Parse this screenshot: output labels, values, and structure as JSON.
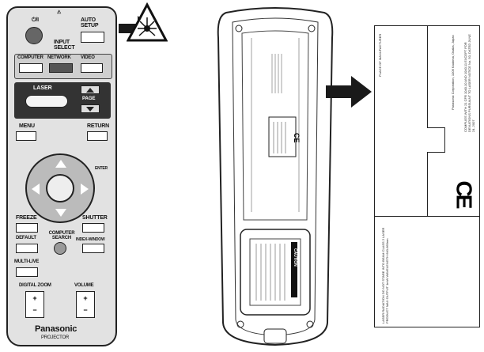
{
  "front_remote": {
    "power_label": "⏻/I",
    "auto_setup_label": "AUTO SETUP",
    "input_select_label": "INPUT SELECT",
    "computer_label": "COMPUTER",
    "network_label": "NETWORK",
    "video_label": "VIDEO",
    "laser_label": "LASER",
    "page_label": "PAGE",
    "menu_label": "MENU",
    "return_label": "RETURN",
    "enter_label": "ENTER",
    "freeze_label": "FREEZE",
    "shutter_label": "SHUTTER",
    "computer_search_label": "COMPUTER SEARCH",
    "default_label": "DEFAULT",
    "index_window_label": "INDEX-WINDOW",
    "multi_live_label": "MULTI-LIVE",
    "digital_zoom_label": "DIGITAL ZOOM",
    "volume_label": "VOLUME",
    "brand": "Panasonic",
    "product": "PROJECTOR"
  },
  "back_remote": {
    "caution_title": "CAUTION",
    "ce_mark": "CE"
  },
  "label_panel": {
    "ce_mark": "CE",
    "made_in": "PLACE OF MANUFACTURER",
    "compliance_text": "COMPLIES WITH 21 CFR 1040.10 AND 1040.11 EXCEPT FOR DEVIATIONS PURSUANT TO LASER NOTICE No. 50, DATED JUNE 24, 2007",
    "company_text": "Panasonic Corporation, 1006 Kadoma, Osaka, Japan",
    "laser_notice": "LASER RADIATION DO NOT STARE INTO BEAM CLASS 2 LASER PRODUCT MAX OUTPUT 1mW WAVELENGTH 640-660nm"
  },
  "colors": {
    "remote_body": "#e2e2e2",
    "outline": "#222222",
    "arrow": "#1a1a1a"
  },
  "icons": [
    "laser-warning-icon",
    "arrow-right-icon",
    "ce-mark-icon"
  ]
}
